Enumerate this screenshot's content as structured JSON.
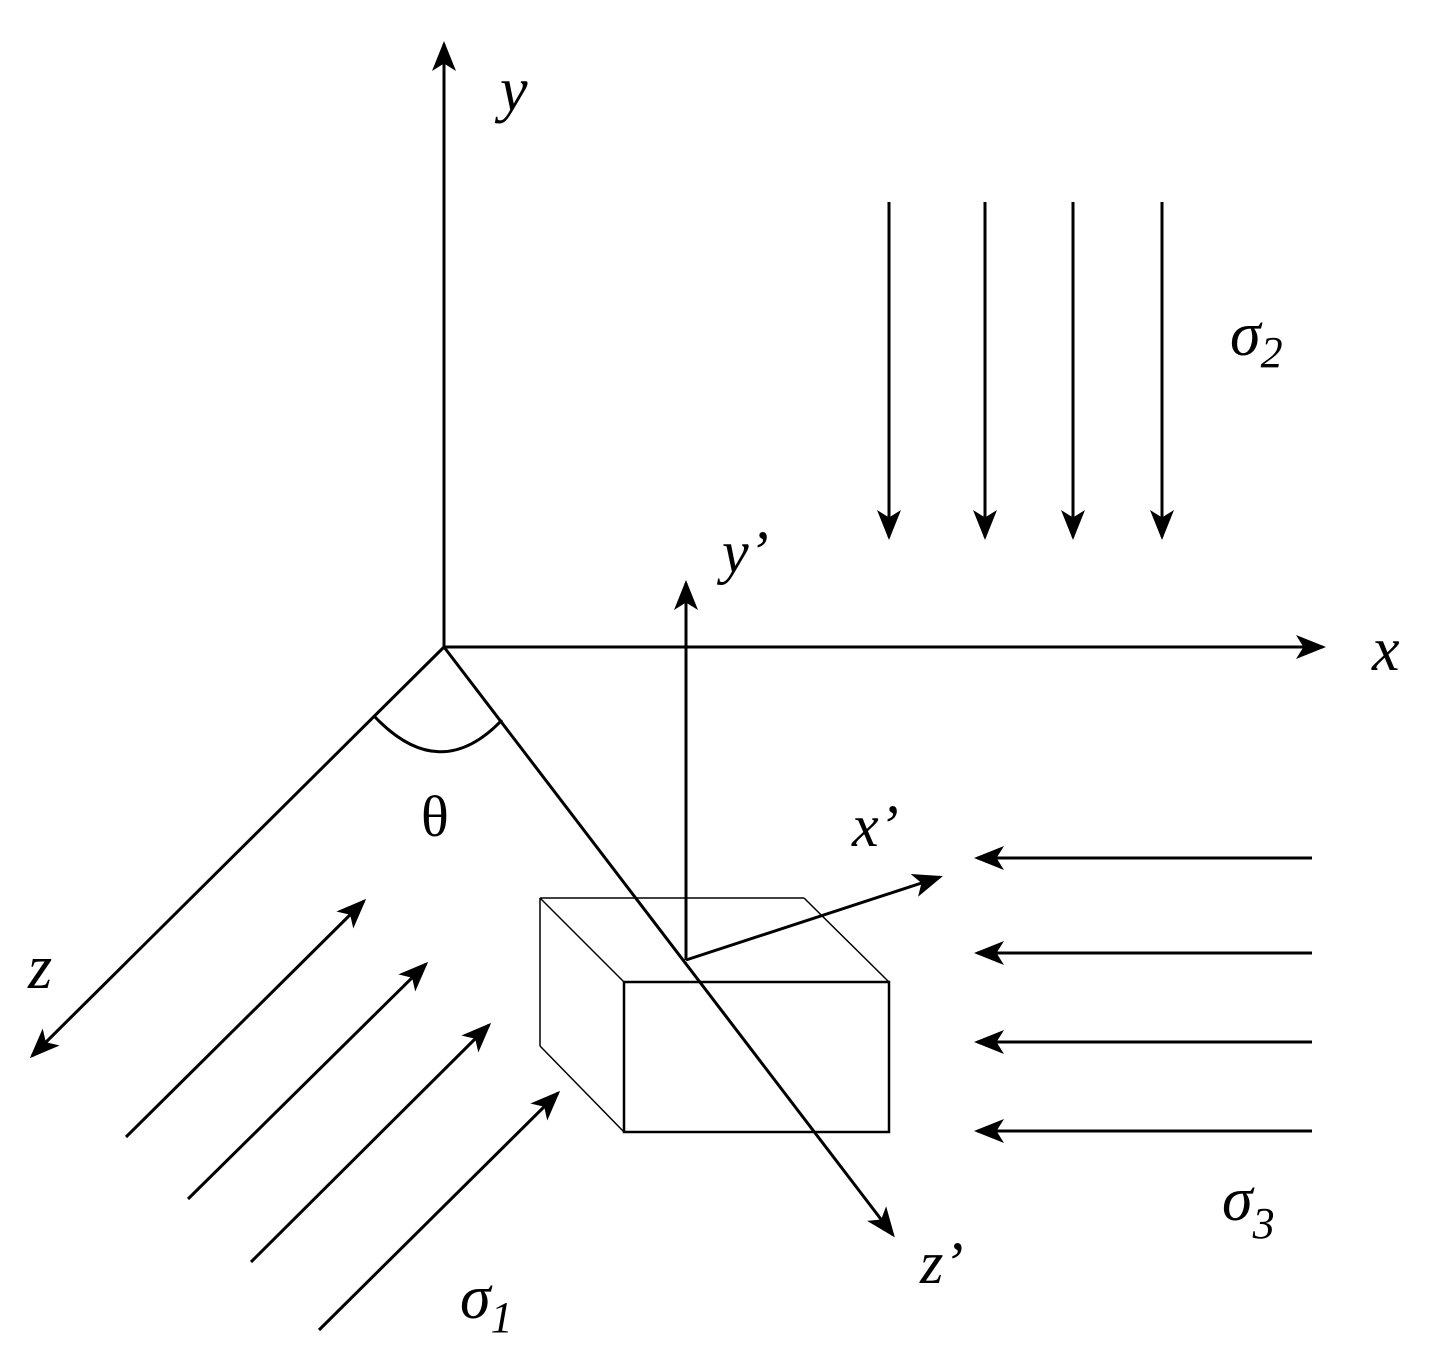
{
  "colors": {
    "ink": "#000000",
    "background": "#ffffff"
  },
  "axes": {
    "y": "y",
    "x": "x",
    "z": "z",
    "y_prime": "y’",
    "x_prime": "x’",
    "z_prime": "z’"
  },
  "angle": {
    "symbol": "θ"
  },
  "stresses": {
    "s1": {
      "symbol": "σ",
      "subscript": "1"
    },
    "s2": {
      "symbol": "σ",
      "subscript": "2"
    },
    "s3": {
      "symbol": "σ",
      "subscript": "3"
    }
  }
}
